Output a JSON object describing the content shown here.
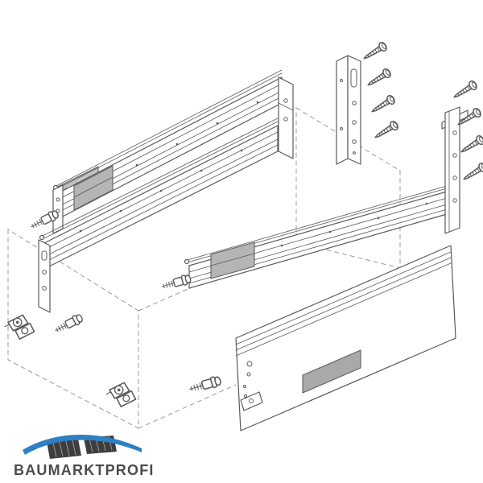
{
  "logo": {
    "text": "BAUMARKTPROFI"
  },
  "colors": {
    "background": "#ffffff",
    "line": "#5a5a5a",
    "dashed": "#9a9a9a",
    "clamp_gray": "#b5b5b5",
    "plate_gray": "#c4c4c4",
    "label_gray": "#a9a9a9",
    "bar_dark": "#3d3d3d",
    "logo_blue": "#2e7fc4",
    "logo_text": "#4b4b4b"
  },
  "diagram": {
    "type": "exploded-assembly-line-drawing",
    "parts": [
      "left-drawer-rail-pair",
      "center-drawer-rail",
      "drawer-side-panel",
      "back-panel-bracket",
      "right-mounting-rail",
      "screws",
      "threaded-couplings",
      "front-fixing-brackets",
      "mounting-plate",
      "rail-clamps",
      "dashed-panel-outlines"
    ]
  }
}
